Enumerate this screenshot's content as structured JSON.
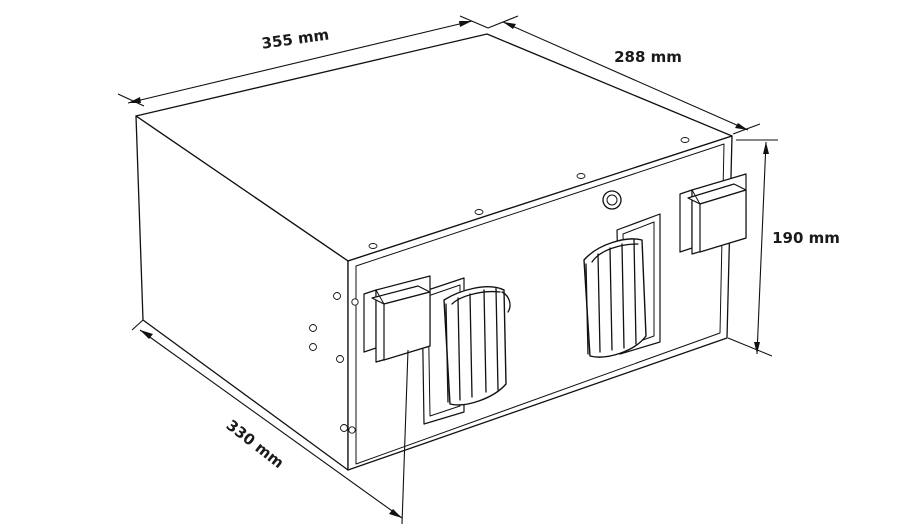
{
  "dimensions": {
    "width": "355 mm",
    "depth": "288 mm",
    "height": "190 mm",
    "length": "330 mm"
  }
}
